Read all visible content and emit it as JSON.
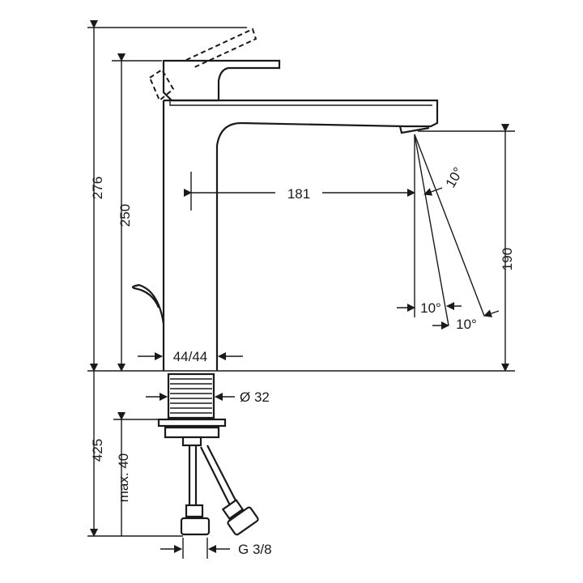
{
  "dimensions": {
    "total_height": "276",
    "spout_height": "250",
    "reach": "181",
    "spray_angle_top": "10°",
    "spout_clearance": "190",
    "spray_angle_left": "10°",
    "spray_angle_right": "10°",
    "base_size": "44/44",
    "shank_diameter": "Ø 32",
    "hose_length": "425",
    "max_counter_thickness": "max. 40",
    "thread": "G 3/8"
  }
}
